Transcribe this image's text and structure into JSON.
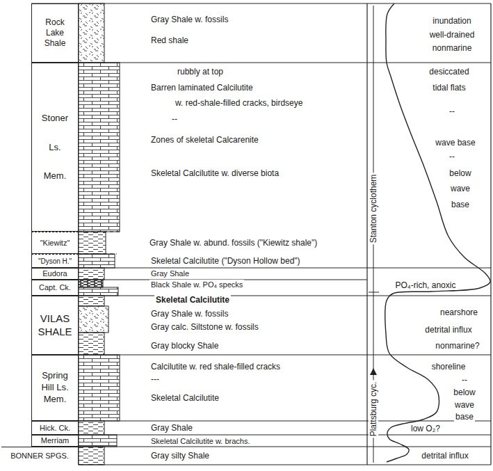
{
  "diagram": {
    "nodes": [
      {
        "text": [
          "Rock Lake Shale"
        ]
      },
      {
        "text": [
          "Stoner Ls. Mem."
        ]
      },
      {
        "text": [
          "\"Kiewitz\""
        ]
      },
      {
        "text": [
          "\"Dyson H.\""
        ]
      },
      {
        "text": [
          "Eudora"
        ]
      },
      {
        "text": [
          "Capt. Ck."
        ]
      },
      {
        "text": [
          "VILAS SHALE"
        ]
      },
      {
        "text": [
          "Spring Hill Ls. Mem."
        ]
      },
      {
        "text": [
          "Hick. Ck."
        ]
      },
      {
        "text": [
          "Merriam"
        ]
      },
      {
        "text": [
          "BONNER SPGS."
        ]
      }
    ],
    "labels": [
      "Gray Shale w. fossils",
      "Red shale",
      "rubbly at top",
      "Barren laminated Calcilutite",
      "w. red-shale-filled cracks, birdseye",
      "--",
      "Zones of skeletal Calcarenite",
      "Skeletal Calcilutite w. diverse biota",
      "Gray Shale w. abund. fossils (\"Kiewitz shale\")",
      "Skeletal Calcilutite (\"Dyson Hollow bed\")",
      "Gray Shale",
      "Black Shale w. PO₄ specks",
      "Skeletal Calcilutite",
      "Gray Shale w. fossils",
      "Gray calc. Siltstone w. fossils",
      "Gray blocky Shale",
      "Calcilutite w. red shale-filled cracks",
      "---",
      "Skeletal Calcilutite",
      "Gray Shale",
      "Skeletal Calcilutite w. brachs.",
      "Gray silty Shale",
      "inundation",
      "well-drained",
      "nonmarine",
      "desiccated",
      "tidal flats",
      "--",
      "wave base",
      "--",
      "below",
      "wave",
      "base",
      "PO₄-rich, anoxic",
      "nearshore",
      "detrital influx",
      "nonmarine?",
      "shoreline",
      "--",
      "below",
      "wave",
      "base",
      "low O₂?",
      "detrital influx",
      "Stanton cyclothem",
      "Plattsburg cyc."
    ]
  }
}
